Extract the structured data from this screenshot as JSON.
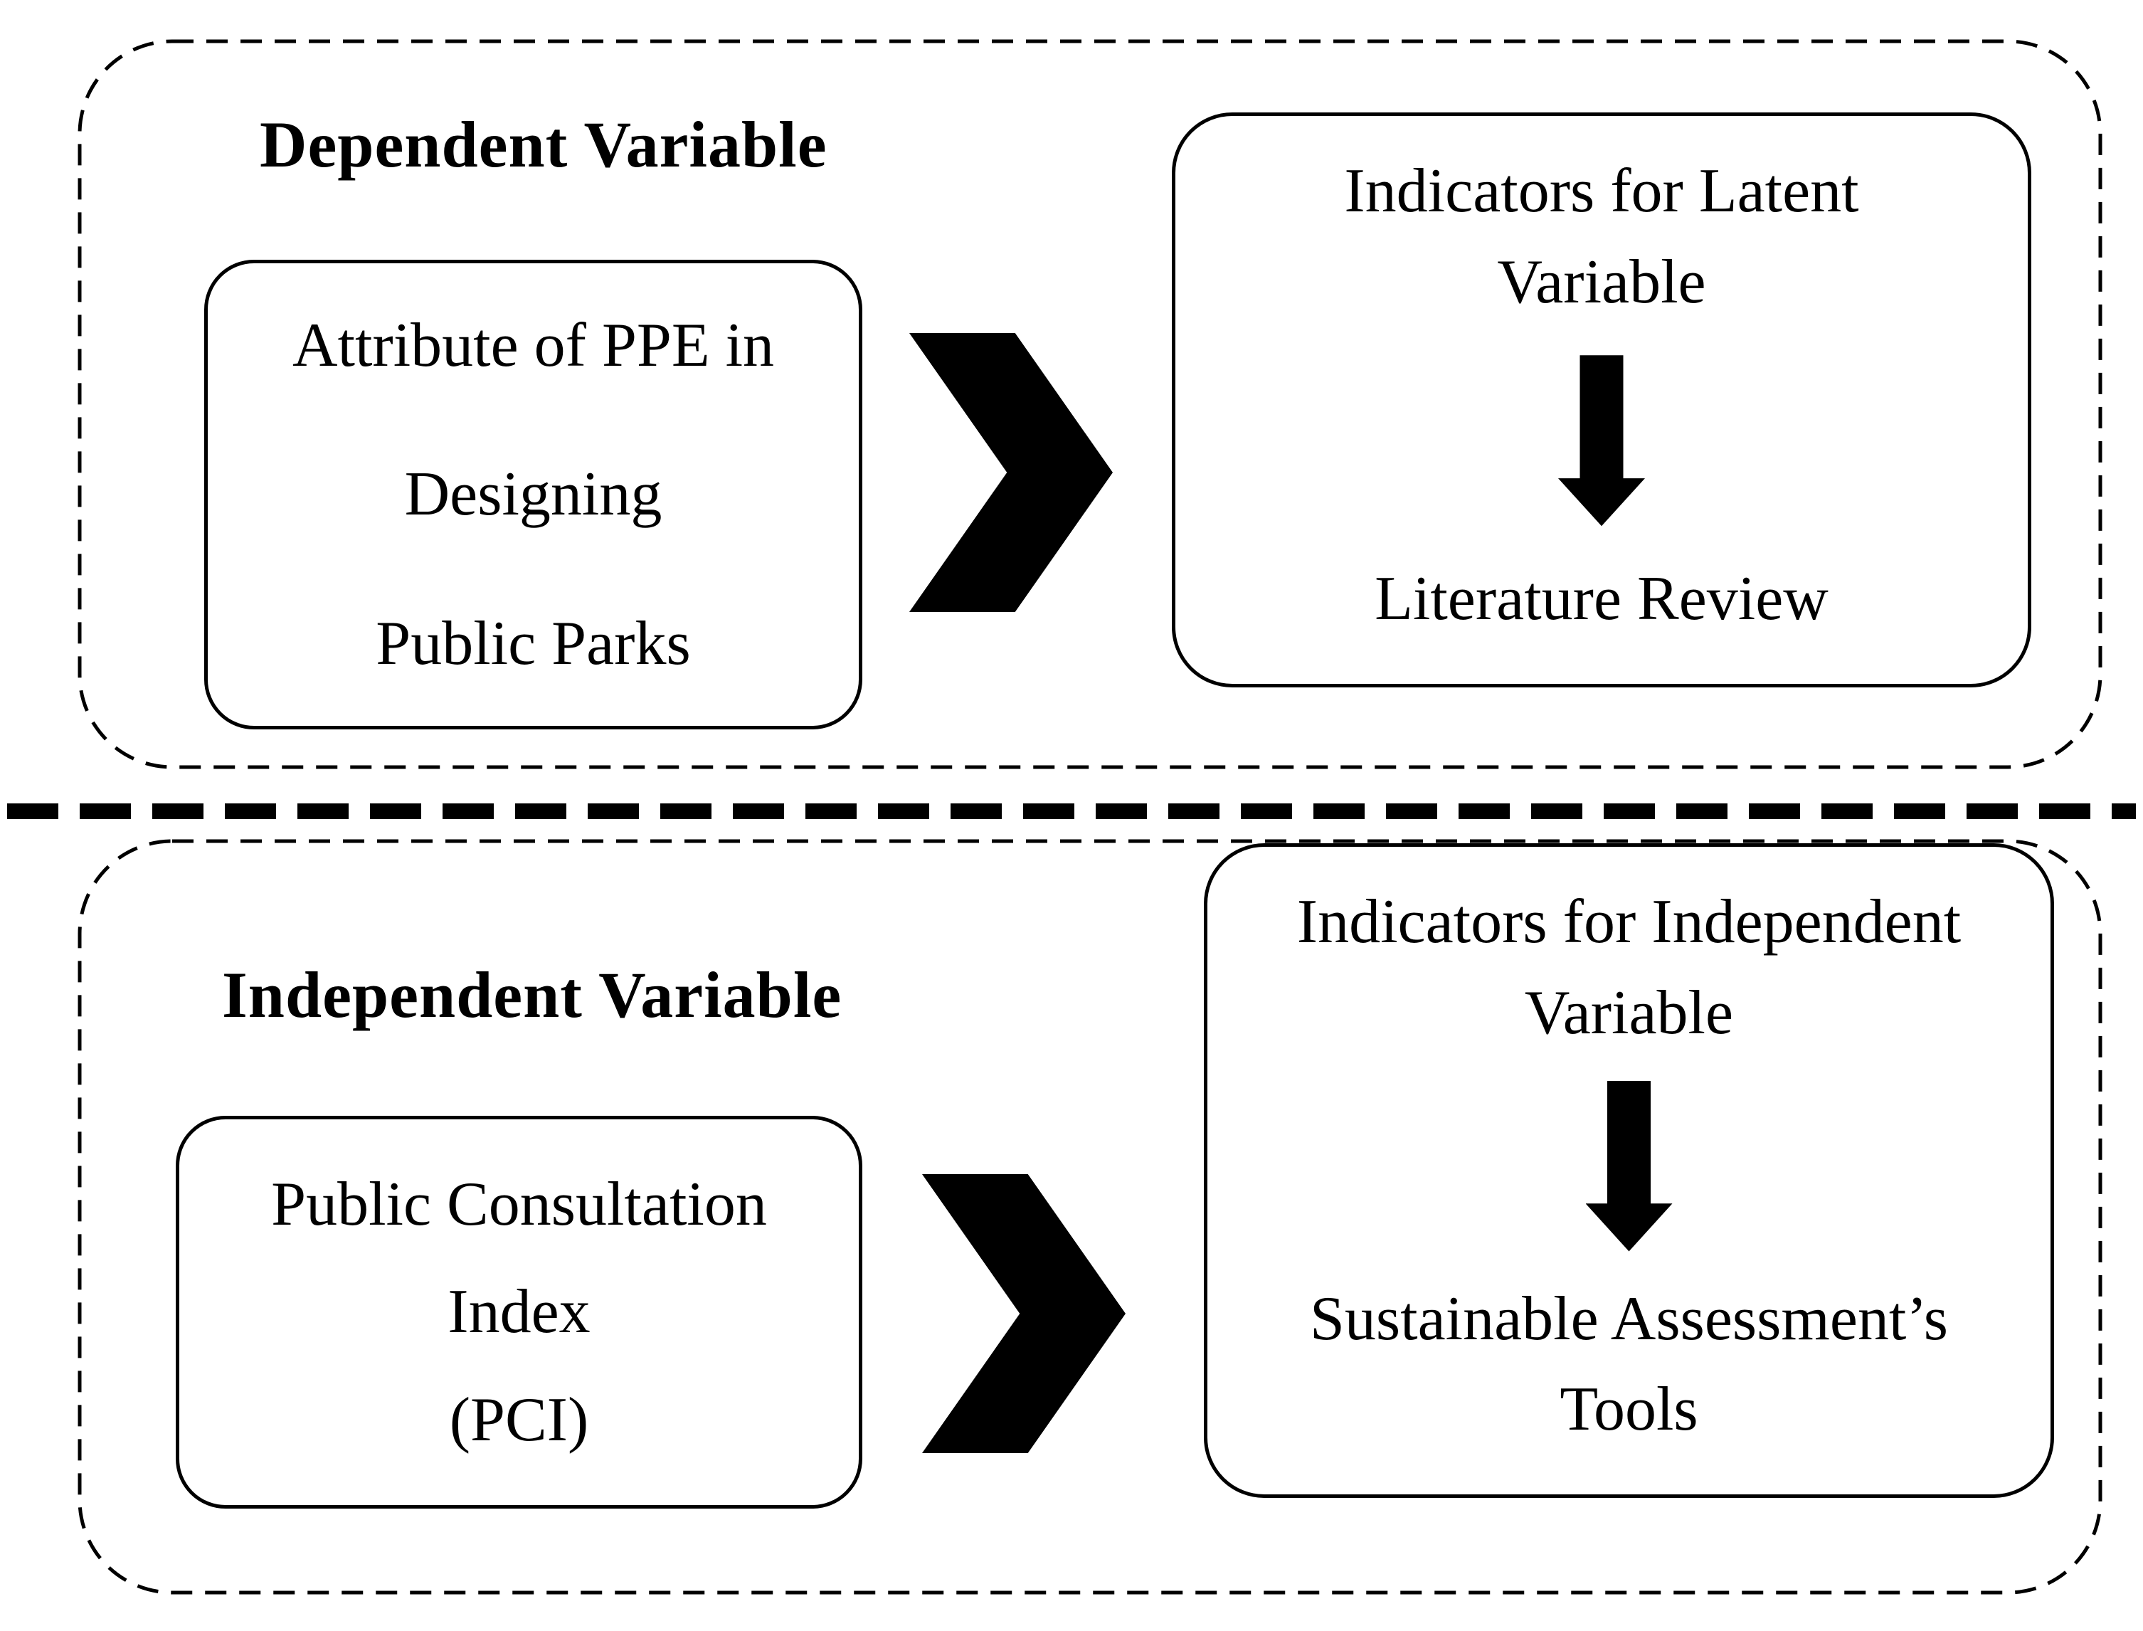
{
  "colors": {
    "ink": "#000000",
    "background": "#ffffff"
  },
  "icons": {
    "flow_connector": "chevron-right",
    "derivation": "arrow-down"
  },
  "sections": {
    "dependent": {
      "label": "Dependent Variable",
      "source_box": "Attribute of PPE  in\nDesigning\nPublic Parks",
      "indicator_box": {
        "title": "Indicators for Latent\nVariable",
        "result": "Literature Review"
      }
    },
    "independent": {
      "label": "Independent  Variable",
      "source_box": "Public  Consultation\nIndex\n(PCI)",
      "indicator_box": {
        "title": "Indicators for Independent\nVariable",
        "result": "Sustainable Assessment’s\nTools"
      }
    }
  }
}
